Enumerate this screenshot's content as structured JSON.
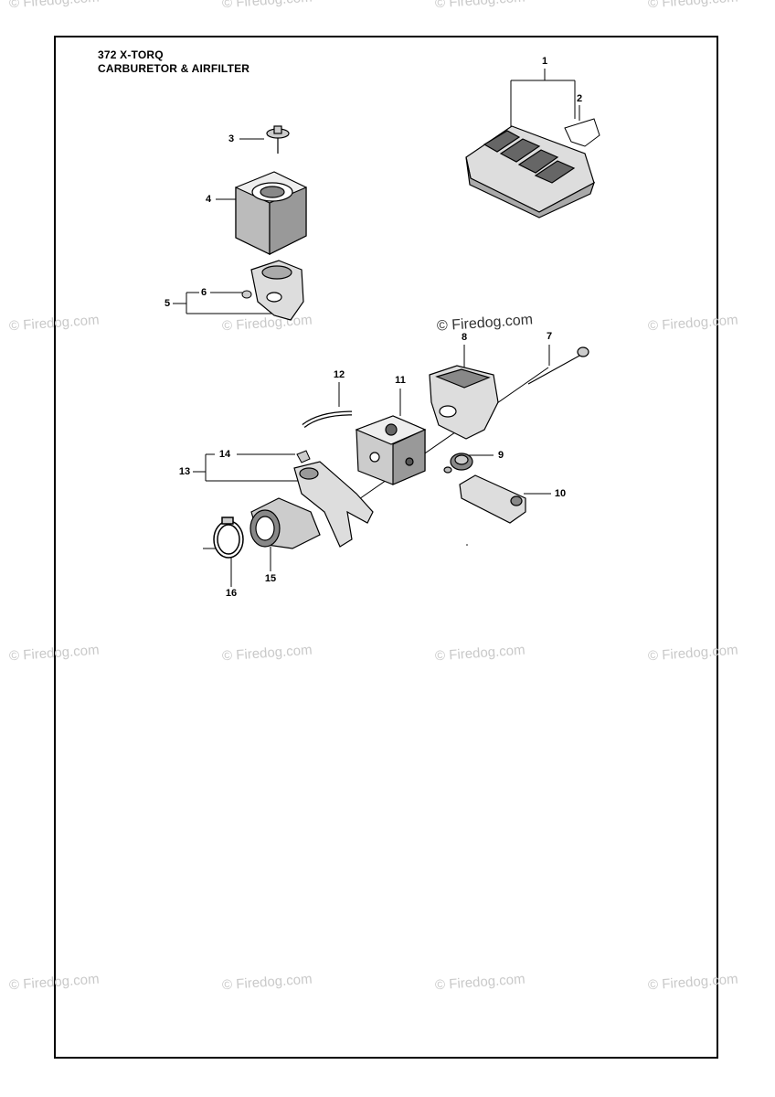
{
  "header": {
    "model": "372 X-TORQ",
    "section": "CARBURETOR & AIRFILTER"
  },
  "watermark": "© Firedog.com",
  "callouts": [
    "1",
    "2",
    "3",
    "4",
    "5",
    "6",
    "7",
    "8",
    "9",
    "10",
    "11",
    "12",
    "13",
    "14",
    "15",
    "16"
  ]
}
